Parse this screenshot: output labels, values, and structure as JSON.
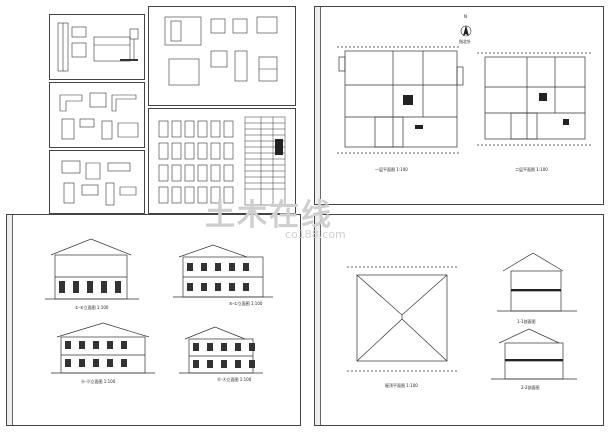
{
  "watermark": {
    "text": "土木在线",
    "sub": "co188.com"
  },
  "sheet1": {
    "north_label": "N",
    "north_letter": "A",
    "north_caption": "指北针",
    "plan1_caption": "一层平面图 1:100",
    "plan2_caption": "二层平面图 1:100"
  },
  "sheet2": {
    "elev1": "①-⑥立面图 1:100",
    "elev2": "⑥-①立面图 1:100",
    "elev3": "Ⓐ-Ⓓ立面图 1:100",
    "elev4": "Ⓓ-Ⓐ立面图 1:100"
  },
  "sheet3": {
    "roof": "屋顶平面图 1:100",
    "sec1": "1-1剖面图",
    "sec2": "2-2剖面图"
  }
}
